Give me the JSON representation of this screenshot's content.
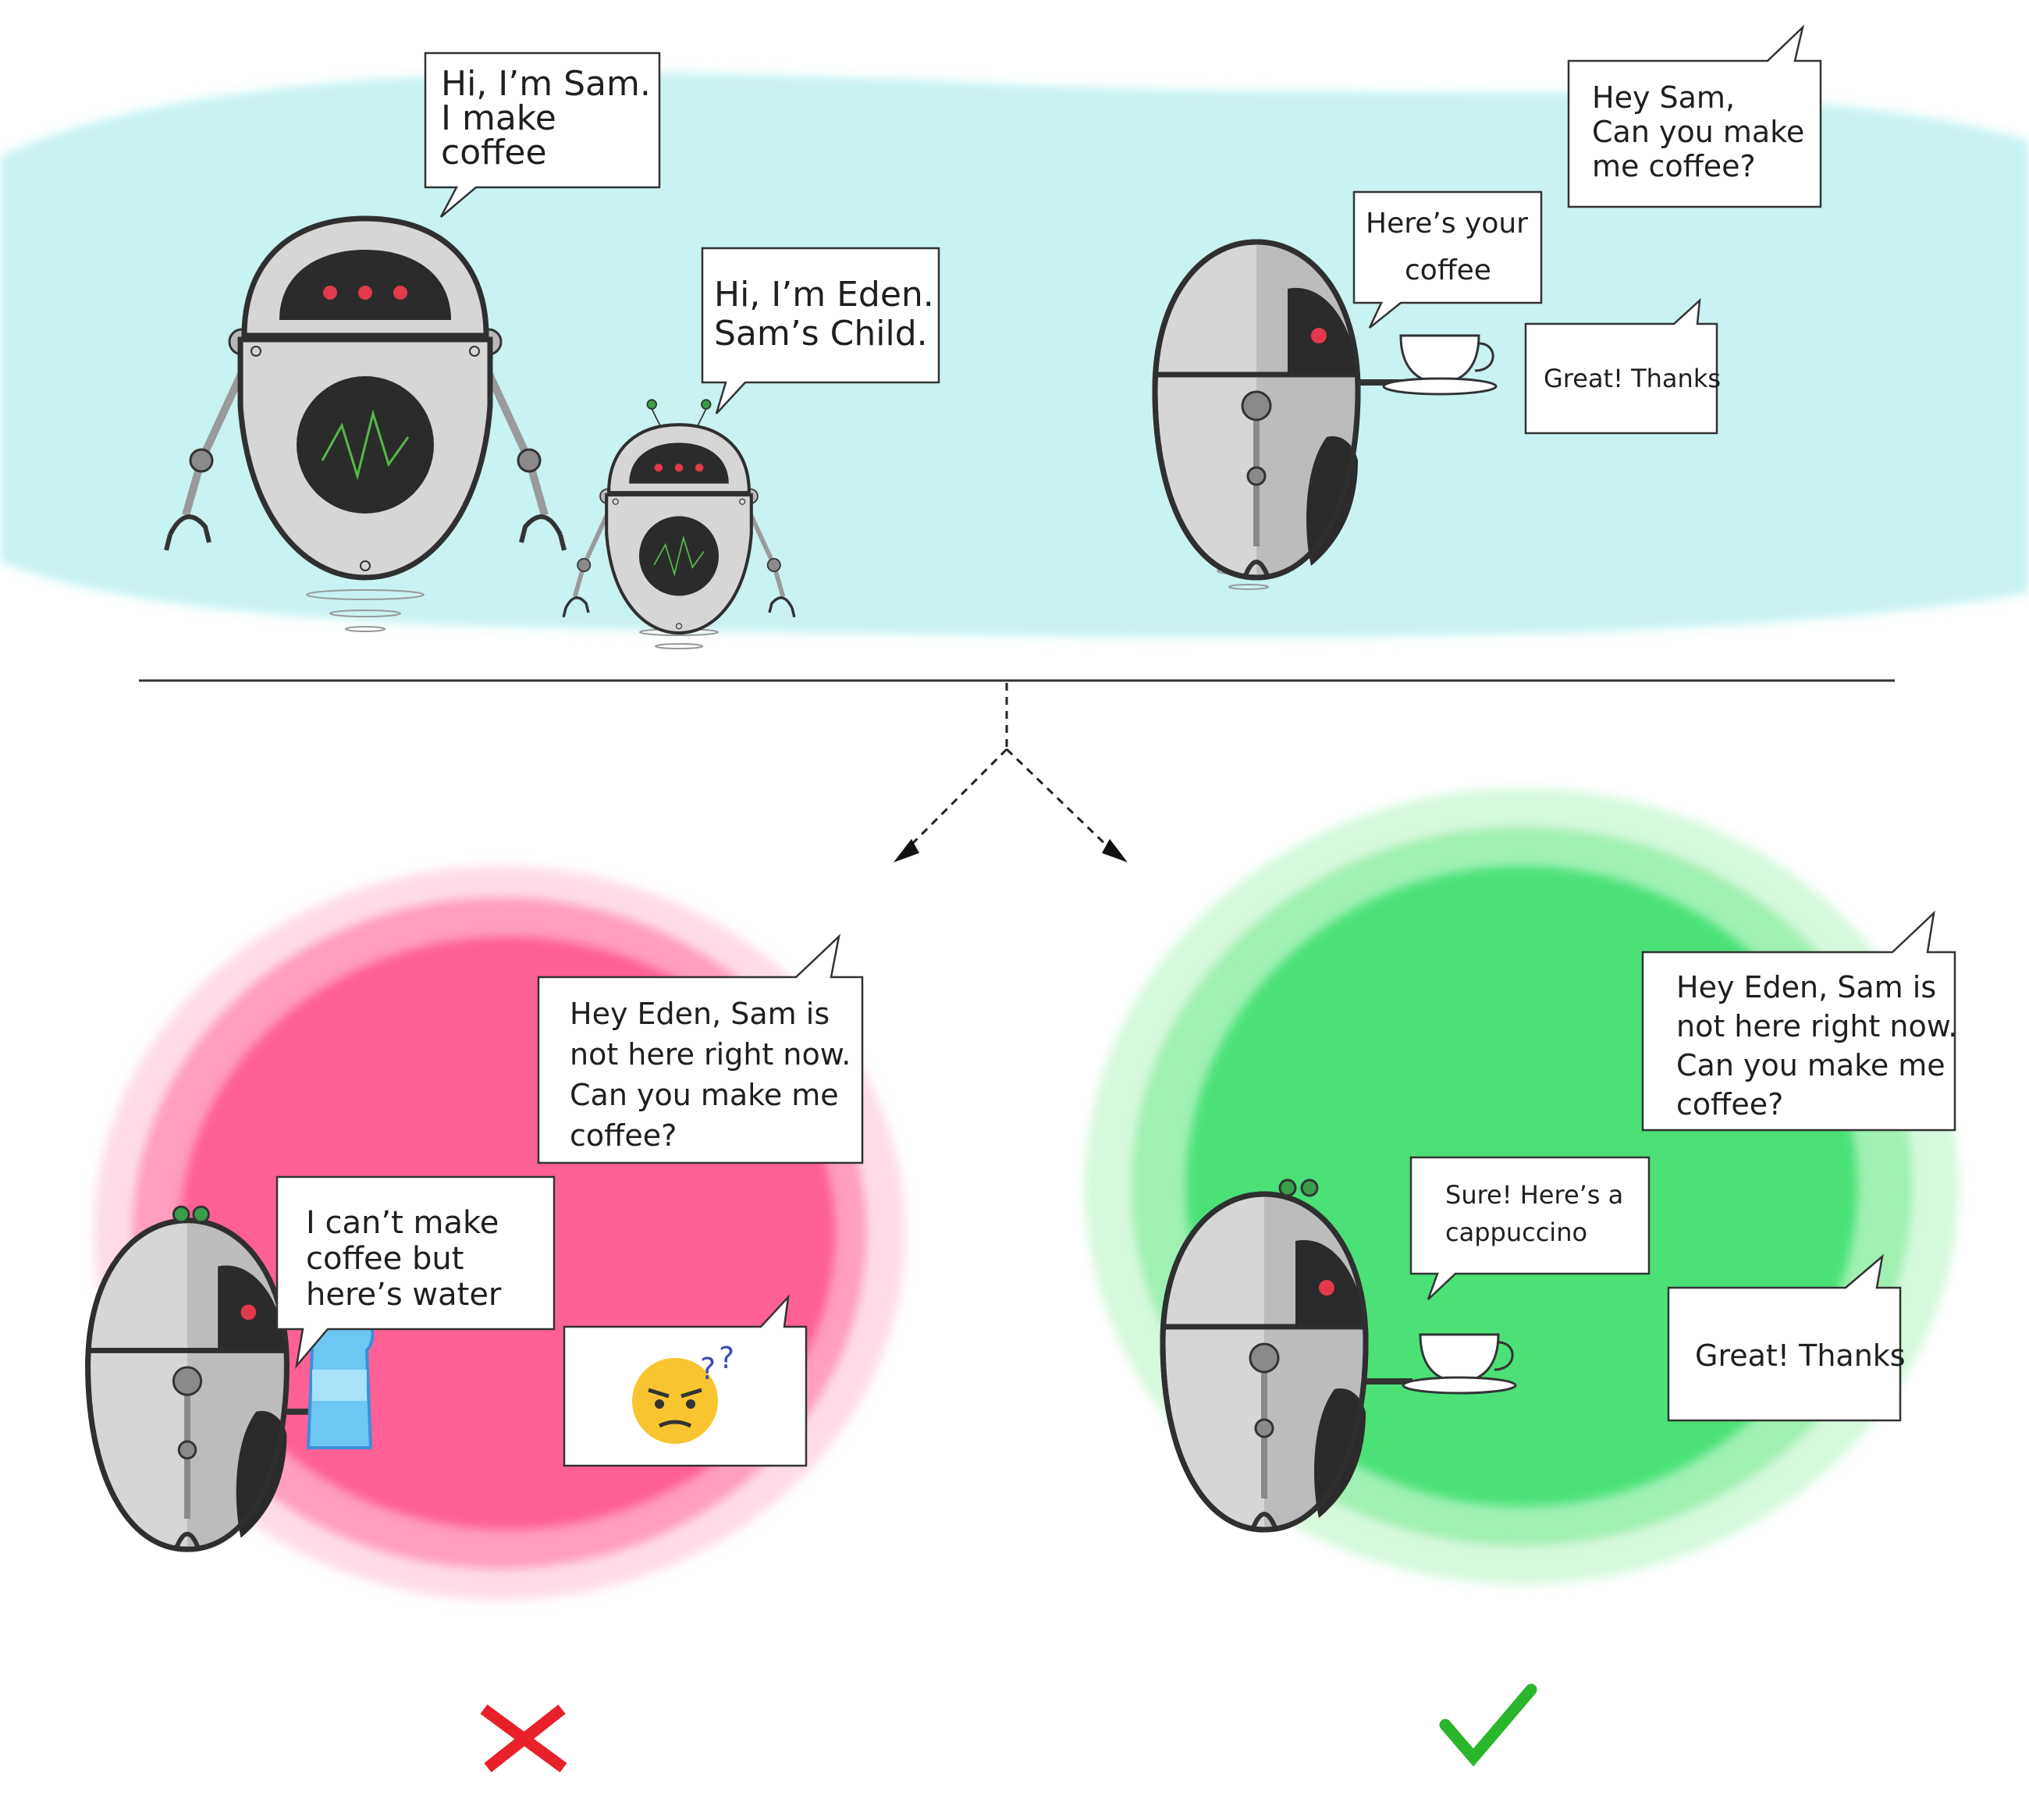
{
  "colors": {
    "sky": "#c9f2f2",
    "red_blob": "#ff5a92",
    "green_blob": "#43e071",
    "robot_body": "#d4d4d4",
    "robot_dark": "#2b2b2b",
    "eye_red": "#e23a4a",
    "wave_green": "#55b848",
    "cross": "#e8202a",
    "check": "#2ab52a"
  },
  "top_scene": {
    "sam_intro": [
      "Hi, I’m Sam.",
      "I make",
      "coffee"
    ],
    "eden_intro": [
      "Hi, I’m Eden.",
      "Sam’s Child."
    ],
    "user_request": [
      "Hey Sam,",
      "Can you make",
      "me coffee?"
    ],
    "sam_reply": [
      "Here’s your",
      "coffee"
    ],
    "user_thanks": "Great! Thanks"
  },
  "bottom_left": {
    "user_request": [
      "Hey Eden, Sam is",
      "not here right now.",
      "Can you make me",
      "coffee?"
    ],
    "eden_reply": [
      "I can’t make",
      "coffee but",
      "here’s water"
    ],
    "user_reaction_icon": "confused-face-emoji",
    "verdict_icon": "cross-mark-icon"
  },
  "bottom_right": {
    "user_request": [
      "Hey Eden, Sam is",
      "not here right now.",
      "Can you make me",
      "coffee?"
    ],
    "eden_reply": [
      "Sure! Here’s a",
      "cappuccino"
    ],
    "user_thanks": "Great! Thanks",
    "verdict_icon": "check-mark-icon"
  }
}
